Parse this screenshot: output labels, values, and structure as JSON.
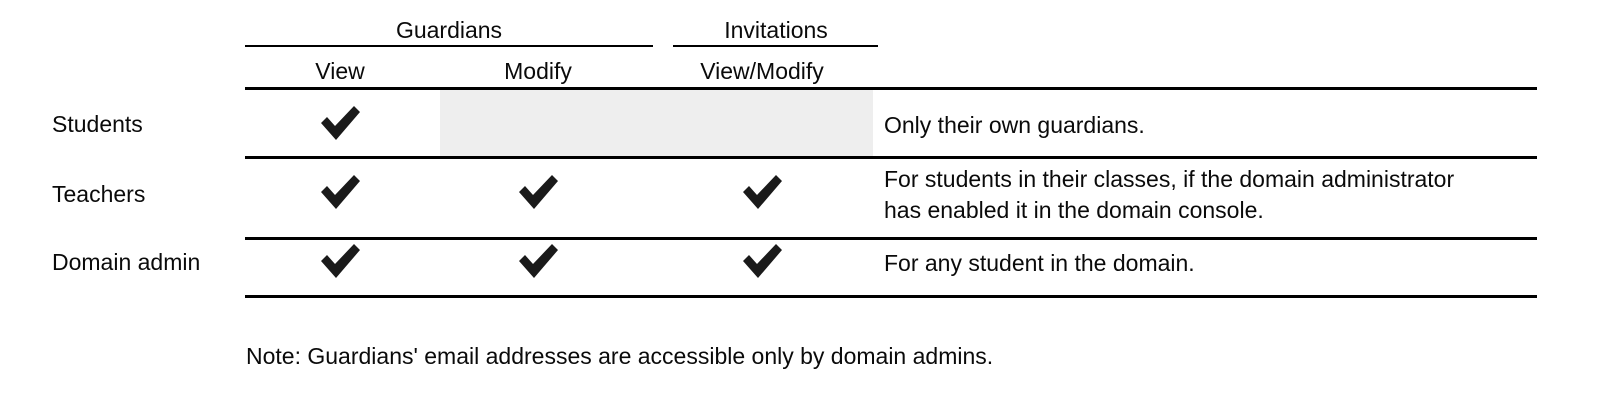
{
  "table": {
    "group_headers": [
      {
        "label": "Guardians"
      },
      {
        "label": "Invitations"
      }
    ],
    "column_headers": [
      {
        "label": "View"
      },
      {
        "label": "Modify"
      },
      {
        "label": "View/Modify"
      }
    ],
    "rows": [
      {
        "label": "Students",
        "guardians_view": "✔",
        "guardians_modify": "",
        "invitations": "",
        "description": "Only their own guardians."
      },
      {
        "label": "Teachers",
        "guardians_view": "✔",
        "guardians_modify": "✔",
        "invitations": "✔",
        "description": "For students in their classes, if the domain administrator\nhas enabled it in the domain console."
      },
      {
        "label": "Domain admin",
        "guardians_view": "✔",
        "guardians_modify": "✔",
        "invitations": "✔",
        "description": "For any student in the domain."
      }
    ]
  },
  "note": {
    "text": "Note: Guardians' email addresses are accessible only by domain admins."
  },
  "colors": {
    "rule": "#000000",
    "shaded_cell": "#eeeeee",
    "text": "#0a0a0a",
    "background": "#ffffff"
  }
}
